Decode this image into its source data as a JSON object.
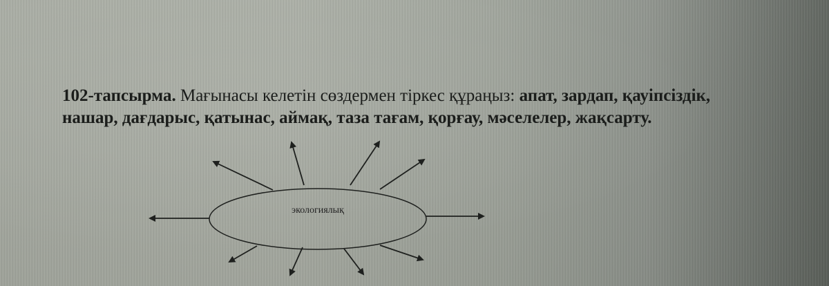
{
  "task": {
    "number": "102-тапсырма.",
    "instruction": " Мағынасы келетін сөздермен тіркес құраңыз: ",
    "words_line1": "апат, зардап, қауіпсіздік,",
    "words_line2": "нашар, дағдарыс, қатынас, аймақ, таза тағам, қорғау, мәселелер, жақсарту."
  },
  "diagram": {
    "center_label": "экологиялық",
    "arrow_count": 10,
    "stroke_color": "#1e201e"
  }
}
